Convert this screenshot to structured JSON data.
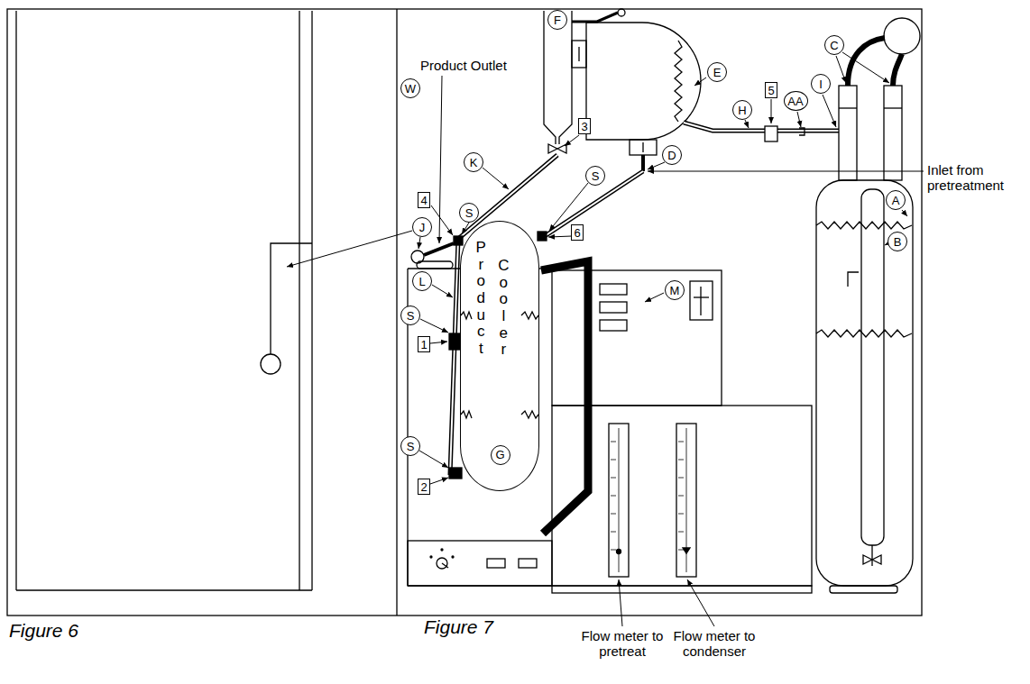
{
  "diagram": {
    "nodes": [
      {
        "text": [
          "F"
        ]
      },
      {
        "text": [
          "C"
        ]
      },
      {
        "text": [
          "W"
        ]
      },
      {
        "text": [
          "5"
        ]
      },
      {
        "text": [
          "AA"
        ]
      },
      {
        "text": [
          "I"
        ]
      },
      {
        "text": [
          "E"
        ]
      },
      {
        "text": [
          "H"
        ]
      },
      {
        "text": [
          "3"
        ]
      },
      {
        "text": [
          "D"
        ]
      },
      {
        "text": [
          "K"
        ]
      },
      {
        "text": [
          "4"
        ]
      },
      {
        "text": [
          "S"
        ]
      },
      {
        "text": [
          "S"
        ]
      },
      {
        "text": [
          "6"
        ]
      },
      {
        "text": [
          "J"
        ]
      },
      {
        "text": [
          "L"
        ]
      },
      {
        "text": [
          "M"
        ]
      },
      {
        "text": [
          "A"
        ]
      },
      {
        "text": [
          "B"
        ]
      },
      {
        "text": [
          "S"
        ]
      },
      {
        "text": [
          "1"
        ]
      },
      {
        "text": [
          "Product",
          "Cooler"
        ]
      },
      {
        "text": [
          "G"
        ],
        "in": 22
      },
      {
        "text": [
          "S"
        ]
      },
      {
        "text": [
          "2"
        ]
      }
    ],
    "labels": [
      "Product Outlet",
      "Inlet from pretreatment",
      "Flow meter to pretreat",
      "Flow meter to condenser",
      "Figure 6",
      "Figure 7"
    ]
  }
}
